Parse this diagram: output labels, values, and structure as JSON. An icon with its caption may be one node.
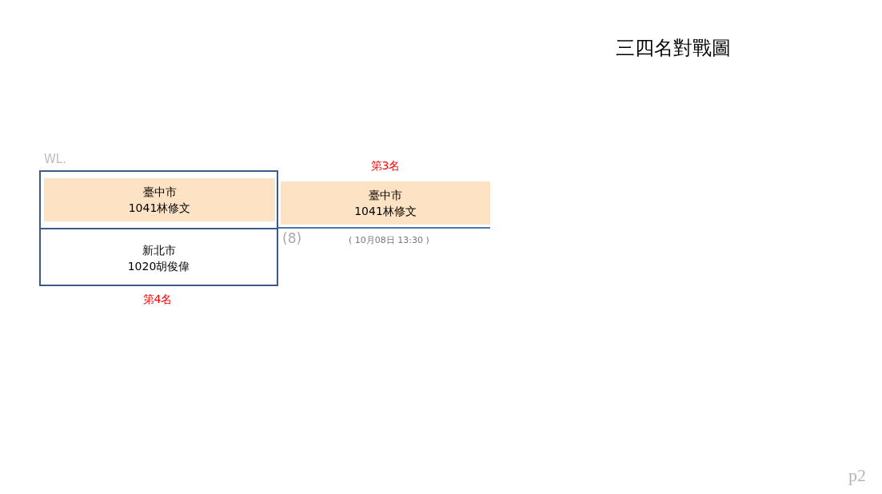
{
  "diagram": {
    "title": "三四名對戰圖",
    "nodes": [
      {
        "text": [],
        "shape": "box"
      },
      {
        "text": [
          "臺中市",
          "1041林修文"
        ],
        "in": 0
      },
      {
        "text": [
          "新北市",
          "1020胡俊偉"
        ],
        "in": 0,
        "beside": [
          "第4名"
        ]
      },
      {
        "text": [
          "臺中市",
          "1041林修文"
        ],
        "beside": [
          "第3名"
        ]
      }
    ],
    "labels": [
      "WL.",
      "(8)",
      "( 10月08日 13:30 )",
      "p2"
    ]
  }
}
